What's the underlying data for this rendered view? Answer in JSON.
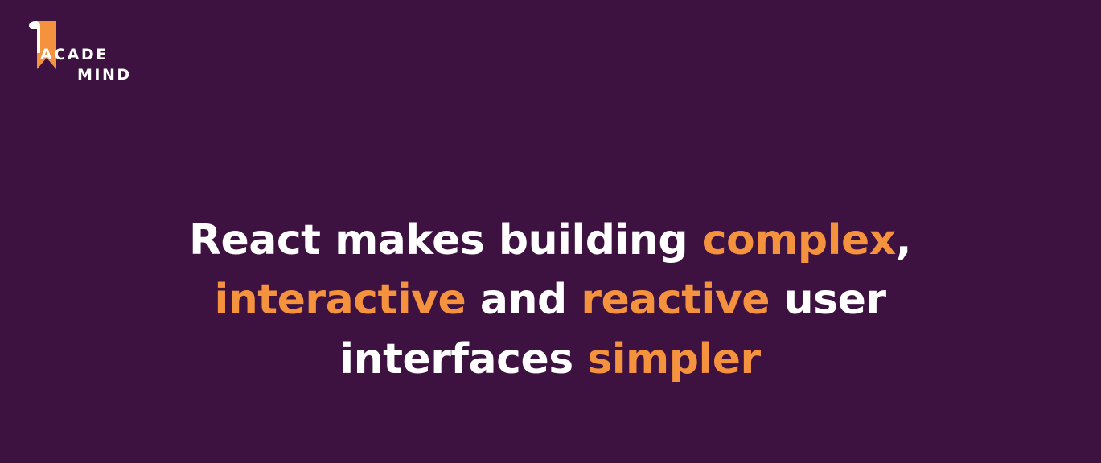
{
  "brand": {
    "logo_line1": "ACADE",
    "logo_line2": "MIND",
    "mark_icon": "bookmark-ribbon-icon",
    "accent_color": "#f5923e",
    "background_color": "#3d1240"
  },
  "headline": {
    "line1": {
      "part1": "React makes building ",
      "highlight1": "complex",
      "part2": ","
    },
    "line2": {
      "highlight1": "interactive",
      "part1": " and ",
      "highlight2": "reactive",
      "part2": " user"
    },
    "line3": {
      "part1": "interfaces ",
      "highlight1": "simpler"
    }
  }
}
